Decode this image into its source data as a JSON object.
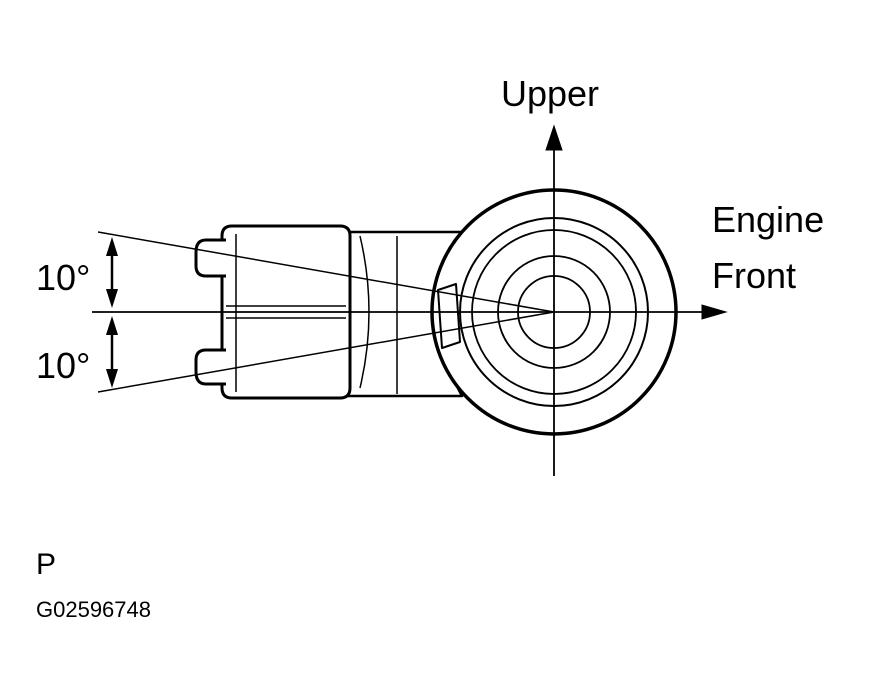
{
  "labels": {
    "upper": "Upper",
    "engine_front_line1": "Engine",
    "engine_front_line2": "Front",
    "angle_top": "10°",
    "angle_bottom": "10°"
  },
  "footer": {
    "code_letter": "P",
    "figure_id": "G02596748"
  },
  "colors": {
    "ink": "#000000",
    "background": "#ffffff"
  }
}
